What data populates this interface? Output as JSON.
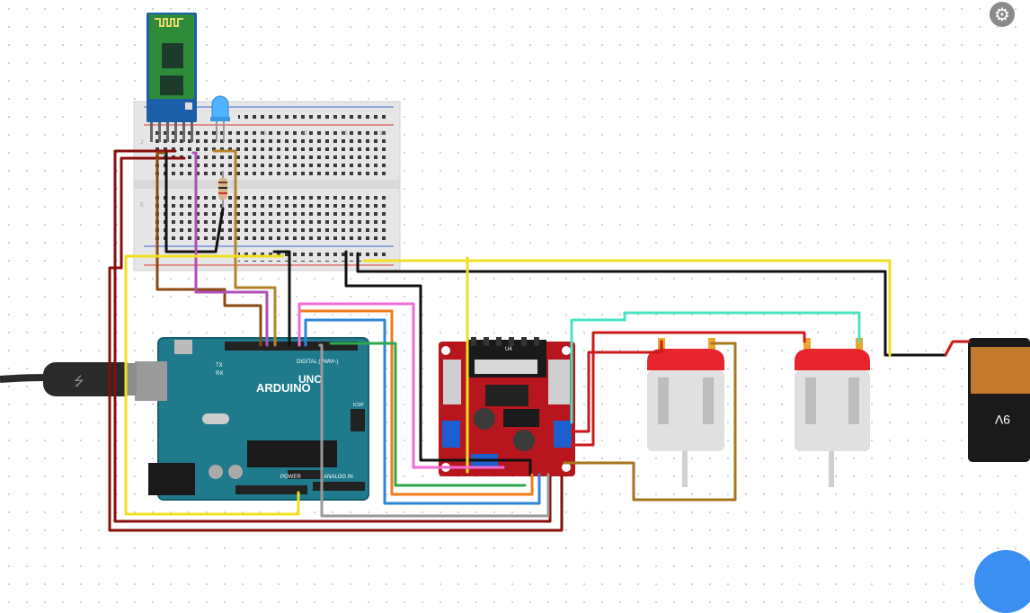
{
  "labels": {
    "arduino_brand": "ARDUINO",
    "arduino_model": "UNO",
    "arduino_digital": "DIGITAL (PWM~)",
    "arduino_power": "POWER",
    "arduino_analog": "ANALOG IN",
    "arduino_icsp": "ICSP",
    "arduino_tx": "TX",
    "arduino_rx": "RX",
    "driver_u4": "U4",
    "battery": "9V"
  },
  "colors": {
    "arduino_board": "#1f7a8c",
    "driver_board": "#b8161e",
    "motor_cap": "#e8252f",
    "battery_body": "#c47a2c",
    "bluetooth_board": "#1b5fa8",
    "led": "#4fb3ff"
  },
  "icons": {
    "settings": "⚙",
    "usb": "usb-icon"
  }
}
